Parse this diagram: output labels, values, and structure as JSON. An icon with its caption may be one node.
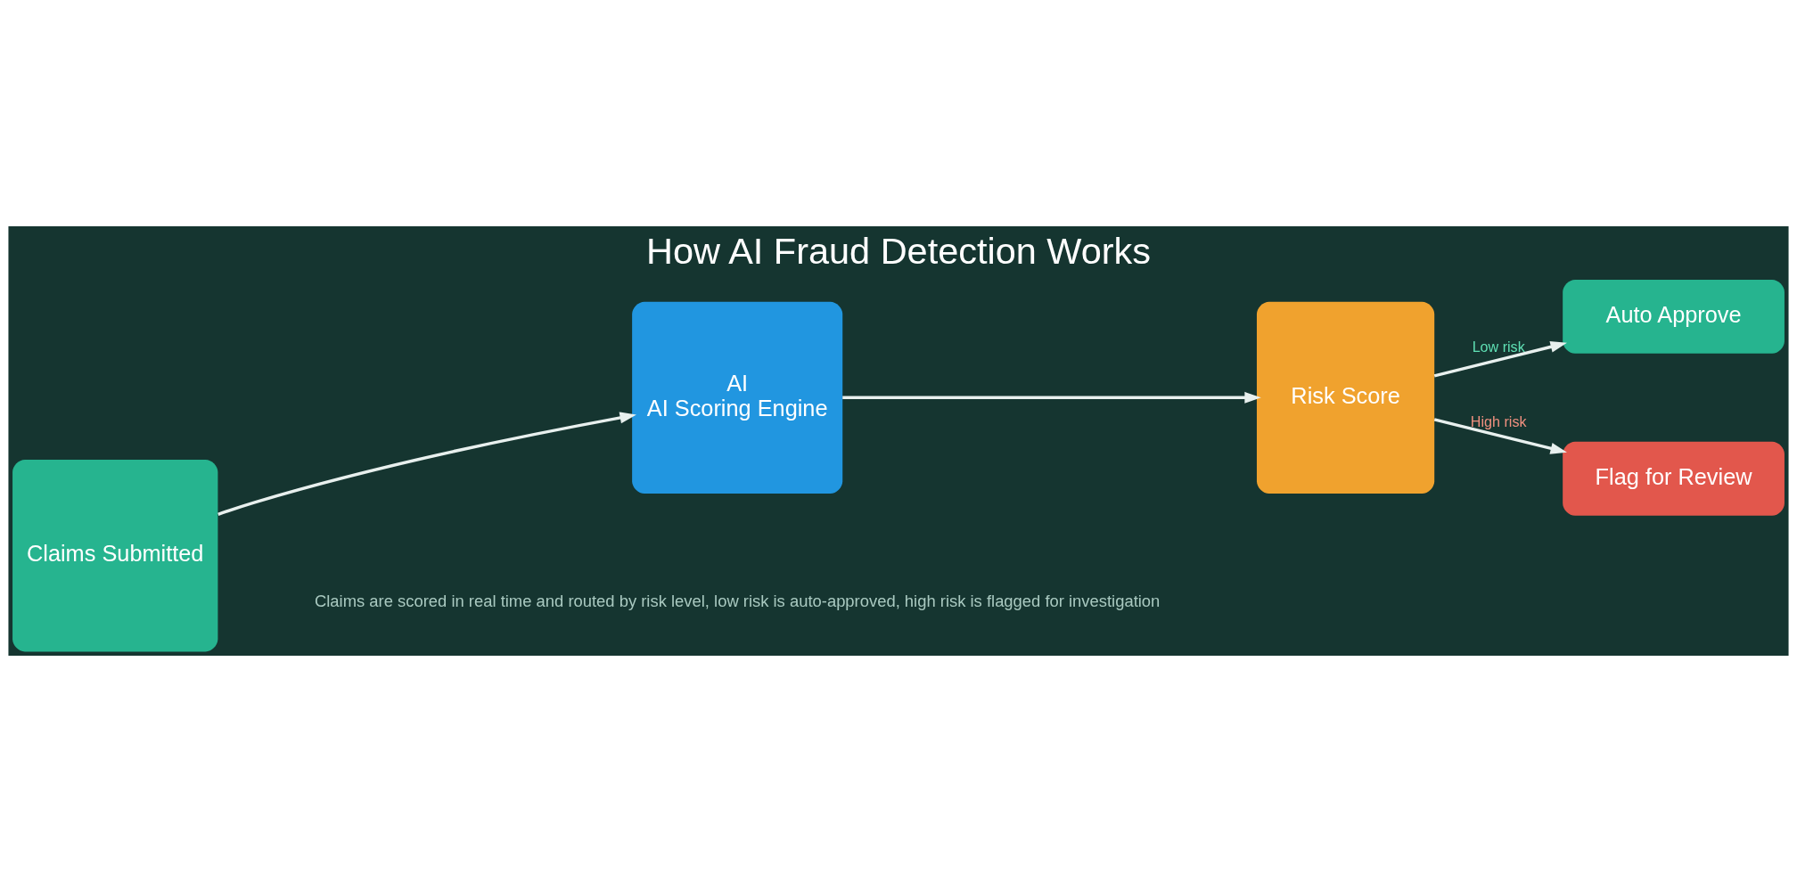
{
  "diagram": {
    "title": "How AI Fraud Detection Works",
    "caption": "Claims are scored in real time and routed by risk level, low risk is auto-approved, high risk is flagged for investigation",
    "nodes": [
      {
        "text": [
          "Claims Submitted"
        ]
      },
      {
        "text": [
          "AI",
          "AI Scoring Engine"
        ]
      },
      {
        "text": [
          "Risk Score"
        ]
      },
      {
        "text": [
          "Auto Approve"
        ]
      },
      {
        "text": [
          "Flag for Review"
        ]
      }
    ],
    "edges": [
      {
        "from": 0,
        "to": 1,
        "arrow": "to"
      },
      {
        "from": 1,
        "to": 2,
        "arrow": "to"
      },
      {
        "from": 2,
        "to": 3,
        "arrow": "to",
        "label": "Low risk"
      },
      {
        "from": 2,
        "to": 4,
        "arrow": "to",
        "label": "High risk"
      }
    ]
  }
}
